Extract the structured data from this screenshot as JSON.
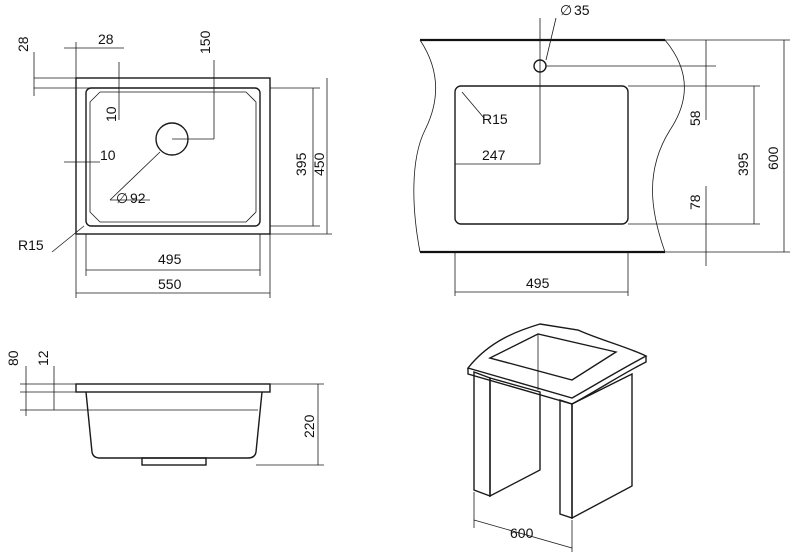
{
  "dimensions": {
    "top_view": {
      "flange_offset_left": "28",
      "flange_offset_top": "28",
      "drain_offset_top": "150",
      "inner_step": "10",
      "side_step": "10",
      "bowl_height": "395",
      "overall_height": "450",
      "drain_diameter_symbol": "∅",
      "drain_diameter": "92",
      "corner_radius": "R15",
      "bowl_width": "495",
      "overall_width": "550"
    },
    "cutout_view": {
      "tap_hole_symbol": "∅",
      "tap_hole_diameter": "35",
      "corner_radius": "R15",
      "tap_offset_x": "247",
      "tap_offset_y": "58",
      "bowl_depth": "395",
      "cabinet_depth": "600",
      "front_margin": "78",
      "bowl_width": "495"
    },
    "side_view": {
      "overall_depth": "80",
      "flange_thickness": "12",
      "bowl_depth": "220"
    },
    "cabinet_view": {
      "cabinet_width": "600"
    }
  }
}
